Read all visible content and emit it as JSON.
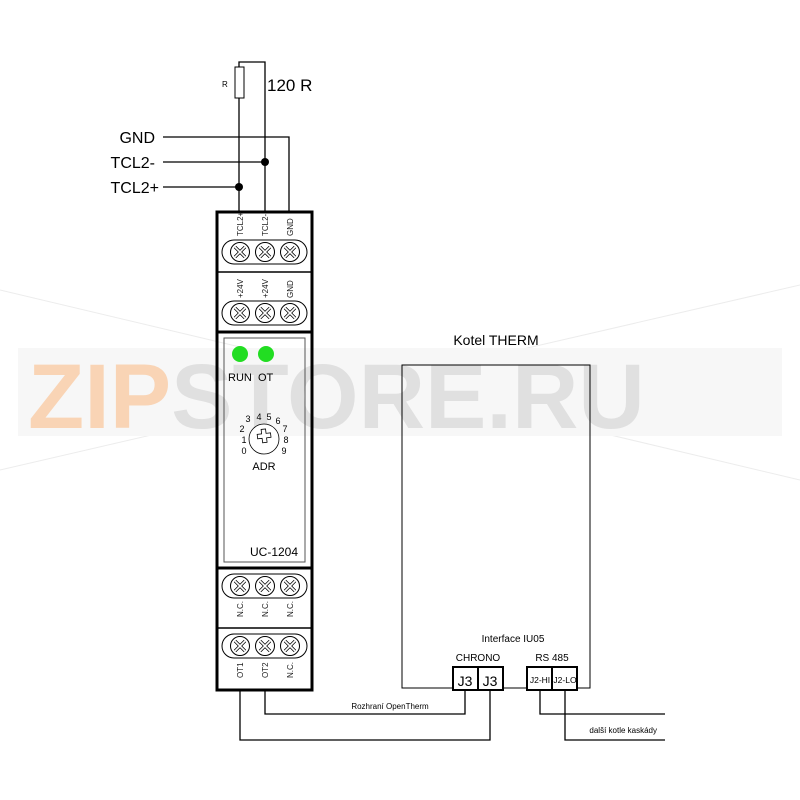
{
  "watermark": {
    "text_a": "ZIP",
    "text_b": "STORE.RU",
    "color_a": "#f5b27a",
    "color_b": "#c8c8c8"
  },
  "bus": {
    "resistor_label": "R",
    "resistor_value": "120 R",
    "lines": [
      "GND",
      "TCL2-",
      "TCL2+"
    ]
  },
  "module": {
    "name": "UC-1204",
    "top_terminals": [
      "TCL2+",
      "TCL2-",
      "GND"
    ],
    "power_terminals": [
      "+24V",
      "+24V",
      "GND"
    ],
    "leds": [
      {
        "label": "RUN",
        "color": "#22dd22"
      },
      {
        "label": "OT",
        "color": "#22dd22"
      }
    ],
    "switch_digits": [
      "0",
      "1",
      "2",
      "3",
      "4",
      "5",
      "6",
      "7",
      "8",
      "9"
    ],
    "switch_label": "ADR",
    "nc_terminals": [
      "N.C.",
      "N.C.",
      "N.C."
    ],
    "ot_terminals": [
      "OT1",
      "OT2",
      "N.C."
    ]
  },
  "boiler": {
    "title": "Kotel THERM",
    "interface": "Interface  IU05",
    "chrono_label": "CHRONO",
    "chrono_pins": [
      "J3",
      "J3"
    ],
    "rs485_label": "RS 485",
    "rs485_pins": [
      "J2-HI",
      "J2-LO"
    ]
  },
  "wires": {
    "opentherm_label": "Rozhraní OpenTherm",
    "cascade_label": "další kotle kaskády"
  }
}
